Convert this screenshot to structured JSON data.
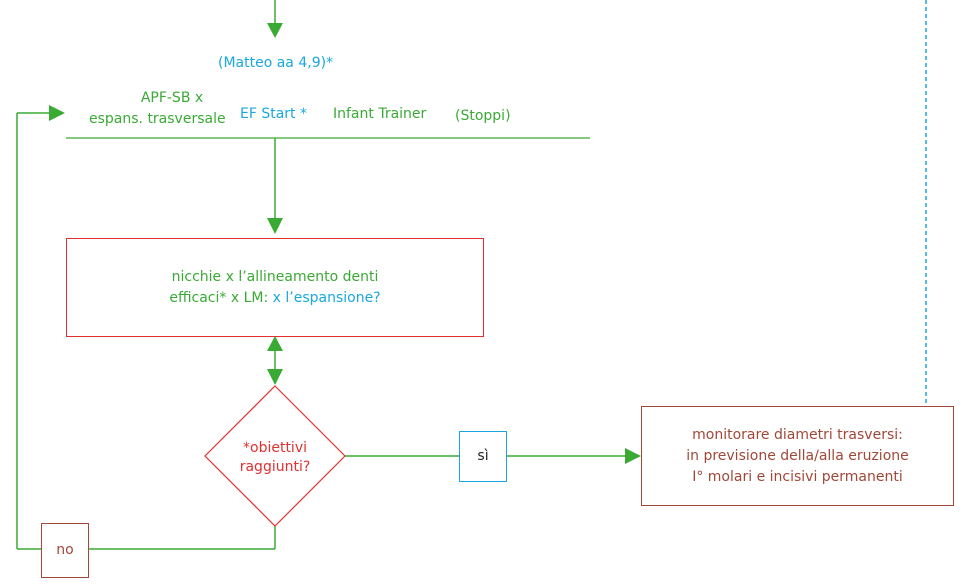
{
  "colors": {
    "green": "#3aaa35",
    "cyan": "#1aa7e0",
    "red": "#e03030",
    "brown": "#a04838"
  },
  "top_label": "(Matteo aa 4,9)*",
  "options": {
    "apf_line1": "APF-SB x",
    "apf_line2": "espans. trasversale",
    "ef_start": "EF Start *",
    "infant_trainer": "Infant Trainer",
    "stoppi": "(Stoppi)"
  },
  "niche_box": {
    "line1": "nicchie x l’allineamento denti",
    "line2_green": "efficaci* x LM: ",
    "line2_cyan": "x l’espansione?"
  },
  "decision": {
    "line1": "*obiettivi",
    "line2": "raggiunti?"
  },
  "yes_label": "sì",
  "no_label": "no",
  "monitor_box": {
    "line1": "monitorare diametri trasversi:",
    "line2": "in previsione della/alla eruzione",
    "line3": "I° molari e incisivi permanenti"
  }
}
